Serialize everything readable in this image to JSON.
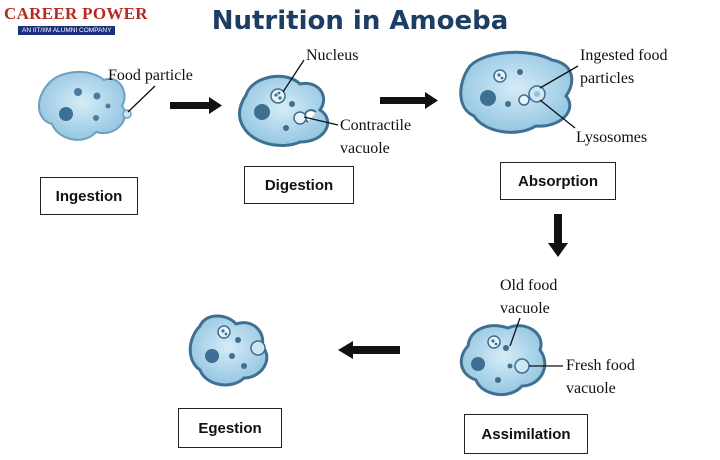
{
  "brand": {
    "name": "CAREER POWER",
    "tagline": "AN IIT/IIM ALUMNI COMPANY"
  },
  "title": "Nutrition in Amoeba",
  "stages": [
    {
      "id": "ingestion",
      "label": "Ingestion"
    },
    {
      "id": "digestion",
      "label": "Digestion"
    },
    {
      "id": "absorption",
      "label": "Absorption"
    },
    {
      "id": "assimilation",
      "label": "Assimilation"
    },
    {
      "id": "egestion",
      "label": "Egestion"
    }
  ],
  "labels": {
    "food_particle": "Food particle",
    "nucleus": "Nucleus",
    "contractile_vacuole_1": "Contractile",
    "contractile_vacuole_2": "vacuole",
    "ingested_food_1": "Ingested food",
    "ingested_food_2": "particles",
    "lysosomes": "Lysosomes",
    "old_food_vacuole_1": "Old food",
    "old_food_vacuole_2": "vacuole",
    "fresh_food_vacuole_1": "Fresh food",
    "fresh_food_vacuole_2": "vacuole"
  },
  "colors": {
    "title": "#1e3d64",
    "cell_fill": "#a9d3ea",
    "cell_outline": "#3f6f91",
    "arrow": "#111111",
    "brand": "#b52a1f"
  }
}
